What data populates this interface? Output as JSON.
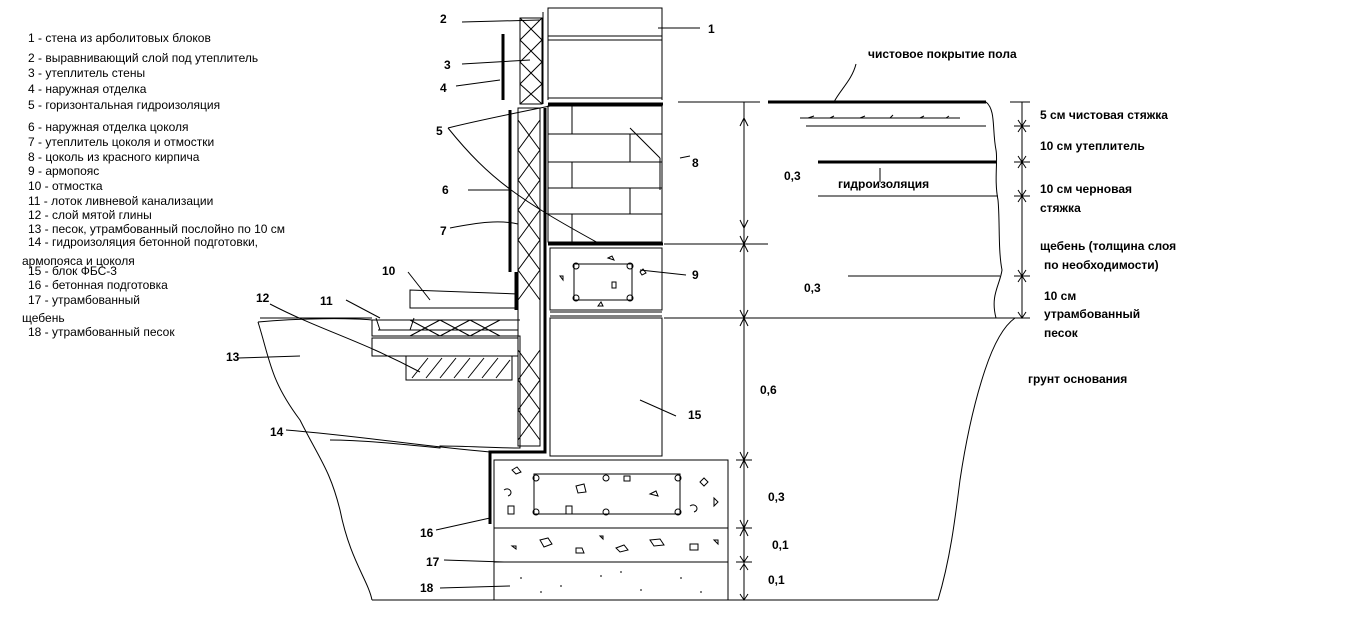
{
  "legend": [
    "1 - стена из арболитовых блоков",
    "2 - выравнивающий слой под утеплитель",
    "3 - утеплитель стены",
    "4 - наружная отделка",
    "5 - горизонтальная гидроизоляция",
    "6 - наружная отделка цоколя",
    "7 - утеплитель цоколя и отмостки",
    "8 - цоколь из красного кирпича",
    "9 - армопояс",
    "10 - отмостка",
    "11 - лоток ливневой канализации",
    "12 - слой мятой глины",
    "13 - песок, утрамбованный послойно по 10 см",
    "14 - гидроизоляция бетонной подготовки,",
    "армопояса и цоколя",
    "15 - блок ФБС-3",
    "16 - бетонная подготовка",
    "17 - утрамбованный",
    "щебень",
    "18 - утрамбованный песок"
  ],
  "callouts": {
    "n1": "1",
    "n2": "2",
    "n3": "3",
    "n4": "4",
    "n5": "5",
    "n6": "6",
    "n7": "7",
    "n8": "8",
    "n9": "9",
    "n10": "10",
    "n11": "11",
    "n12": "12",
    "n13": "13",
    "n14": "14",
    "n15": "15",
    "n16": "16",
    "n17": "17",
    "n18": "18"
  },
  "floor_labels": {
    "finish_cover": "чистовое покрытие пола",
    "finish_screed": "5 см чистовая стяжка",
    "insulation": "10 см утеплитель",
    "waterproofing": "гидроизоляция",
    "rough_screed_1": "10 см черновая",
    "rough_screed_2": "стяжка",
    "gravel_1": "щебень (толщина слоя",
    "gravel_2": "по необходимости)",
    "sand_1": "10 см",
    "sand_2": "утрамбованный",
    "sand_3": "песок",
    "base_soil": "грунт основания"
  },
  "dimensions": {
    "plinth_height": "0,3",
    "floor_height": "0,3",
    "block_height": "0,6",
    "beam_height": "0,3",
    "gravel_height": "0,1",
    "sand_height": "0,1"
  }
}
